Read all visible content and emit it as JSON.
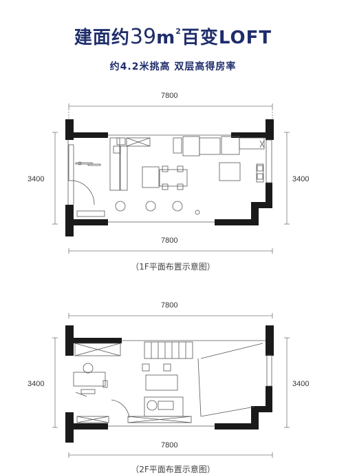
{
  "title": {
    "prefix": "建面约",
    "number": "39",
    "unit": "m",
    "sup": "2",
    "suffix": "百变LOFT"
  },
  "subtitle": "约4.2米挑高 双层高得房率",
  "plan_1f": {
    "width_top": "7800",
    "width_bottom": "7800",
    "height_left": "3400",
    "height_right": "3400",
    "caption": "（1F平面布置示意图）"
  },
  "plan_2f": {
    "width_top": "7800",
    "width_bottom": "7800",
    "height_left": "3400",
    "height_right": "3400",
    "caption": "（2F平面布置示意图）"
  },
  "colors": {
    "title": "#1f2d6b",
    "wall": "#1a1a1a",
    "line": "#555555"
  }
}
